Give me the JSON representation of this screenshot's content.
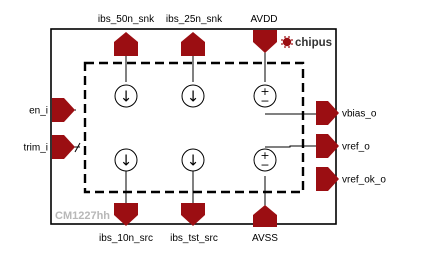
{
  "chip": {
    "name": "CM1227hh",
    "logo_text": "chipus"
  },
  "pins": {
    "top": [
      "ibs_50n_snk",
      "ibs_25n_snk",
      "AVDD"
    ],
    "bottom": [
      "ibs_10n_src",
      "ibs_tst_src",
      "AVSS"
    ],
    "left": [
      "en_i",
      "trim_i"
    ],
    "right": [
      "vbias_o",
      "vref_o",
      "vref_ok_o"
    ]
  },
  "symbols": {
    "current_source_arrow": "↓",
    "vsrc_plus": "+",
    "vsrc_minus": "−"
  },
  "colors": {
    "pin_fill": "#9b0e12",
    "outline": "#000000",
    "chip_label": "#b8b8b8"
  }
}
